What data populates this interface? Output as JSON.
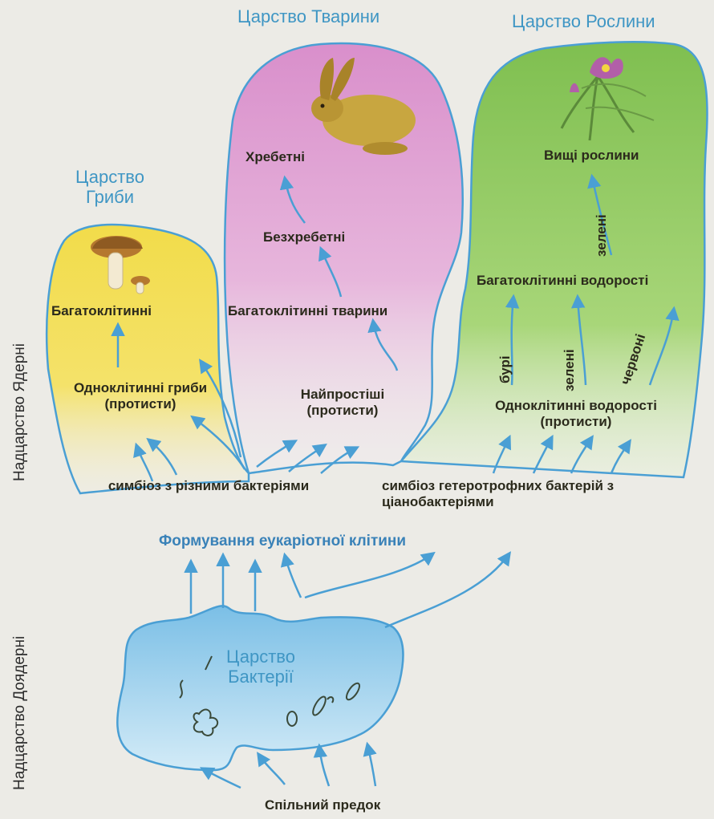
{
  "title": "Формування еукаріотної клітини",
  "kingdoms": {
    "fungi": "Царство Гриби",
    "animals": "Царство Тварини",
    "plants": "Царство Рослини",
    "bacteria": "Царство Бактерії"
  },
  "superkingdoms": {
    "eukaryotes": "Надцарство Ядерні",
    "prokaryotes": "Надцарство Доядерні"
  },
  "fungi": {
    "multicellular": "Багатоклітинні",
    "unicellular": "Одноклітинні гриби (протисти)"
  },
  "animals": {
    "vertebrates": "Хребетні",
    "invertebrates": "Безхребетні",
    "multicellular": "Багатоклітинні тварини",
    "protozoa": "Найпростіші (протисти)"
  },
  "plants": {
    "higher": "Вищі рослини",
    "green_to_higher": "зелені",
    "multicellular_algae": "Багатоклітинні водорості",
    "brown": "бурі",
    "green": "зелені",
    "red": "червоні",
    "unicellular_algae": "Одноклітинні водорості (протисти)"
  },
  "symbiosis": {
    "various_bacteria": "симбіоз з різними бактеріями",
    "cyanobacteria": "симбіоз гетеротрофних бактерій з ціанобактеріями"
  },
  "common_ancestor": "Спільний предок",
  "colors": {
    "fungi": "#f2dc4a",
    "animals": "#d98fcb",
    "plants": "#87c45a",
    "bacteria": "#8fc9ea",
    "outline": "#4a9fd4",
    "kingdom_text": "#3f96c4"
  }
}
